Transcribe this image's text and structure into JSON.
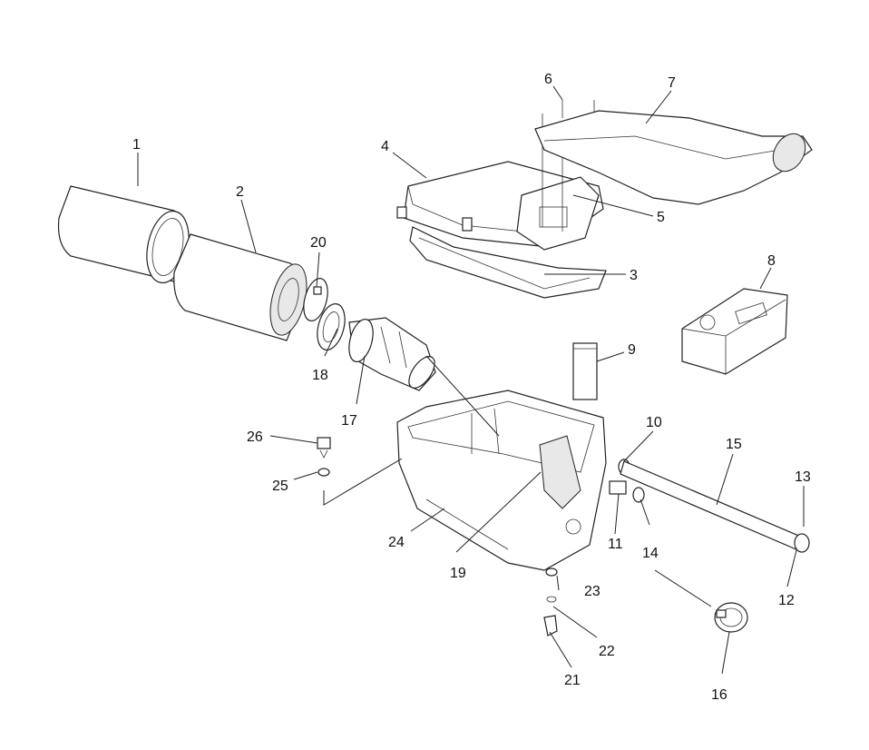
{
  "labels": {
    "l1": "1",
    "l2": "2",
    "l3": "3",
    "l4": "4",
    "l5": "5",
    "l6": "6",
    "l7": "7",
    "l8": "8",
    "l9": "9",
    "l10": "10",
    "l11": "11",
    "l12": "12",
    "l13": "13",
    "l14": "14",
    "l15": "15",
    "l16": "16",
    "l17": "17",
    "l18": "18",
    "l19": "19",
    "l20": "20",
    "l21": "21",
    "l22": "22",
    "l23": "23",
    "l24": "24",
    "l25": "25",
    "l26": "26"
  },
  "colors": {
    "line": "#222222",
    "fill": "#ffffff",
    "shade": "#e8e8e8"
  }
}
